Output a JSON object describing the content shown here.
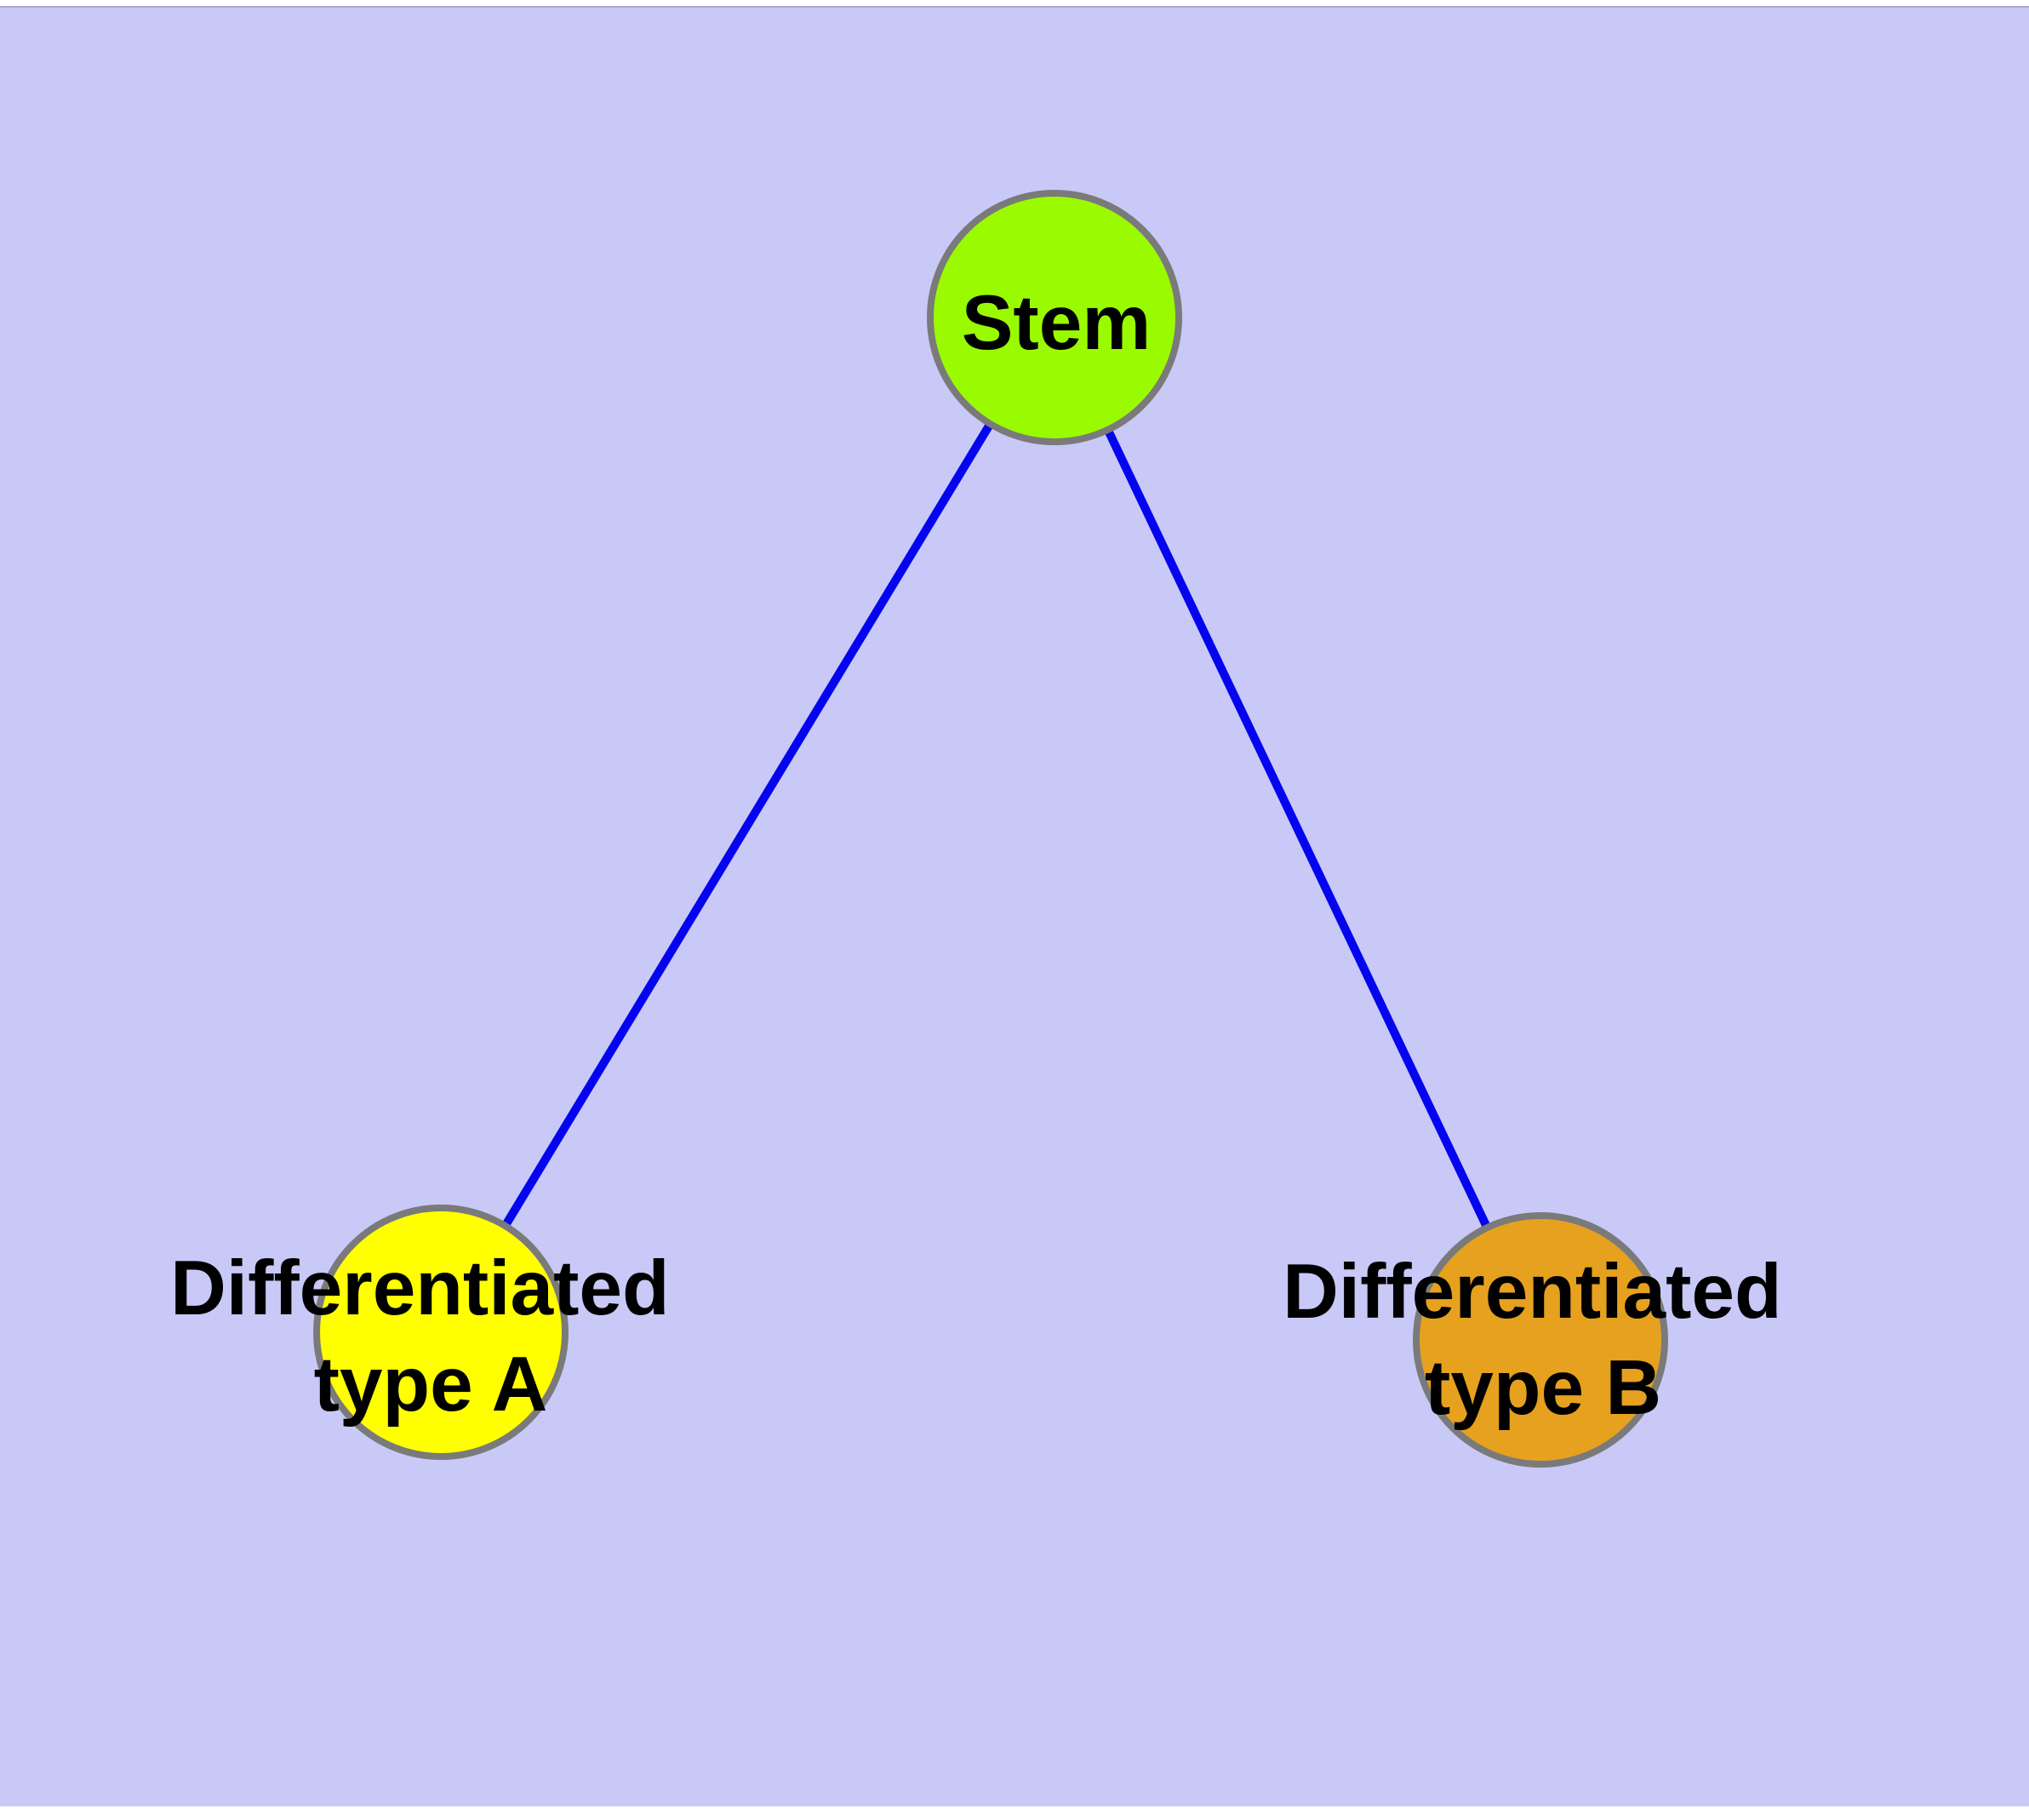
{
  "diagram": {
    "background_color": "#C9C9F7",
    "frame_line_color": "#ABABCF",
    "edge_color": "#0404F0",
    "node_border_color": "#7A7A7A",
    "label_color": "#000000",
    "nodes": [
      {
        "id": "stem",
        "label": "Stem",
        "fill": "#9AFB00"
      },
      {
        "id": "differentiated-type-a",
        "line1": "Differentiated",
        "line2": "type A",
        "fill": "#FFFF00"
      },
      {
        "id": "differentiated-type-b",
        "line1": "Differentiated",
        "line2": "type B",
        "fill": "#E6A11E"
      }
    ],
    "edges": [
      {
        "from": "stem",
        "to": "differentiated-type-a"
      },
      {
        "from": "stem",
        "to": "differentiated-type-b"
      }
    ]
  }
}
